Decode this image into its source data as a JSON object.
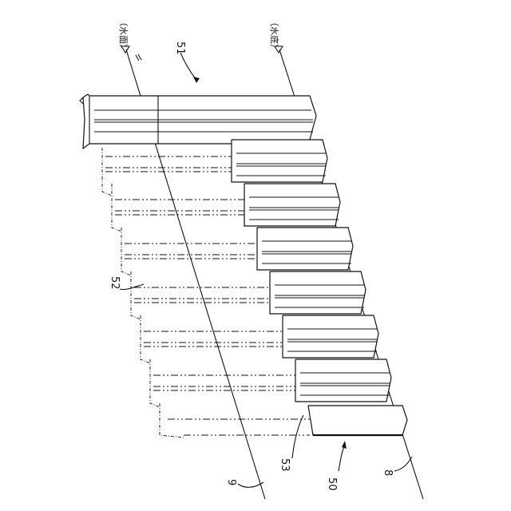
{
  "labels": {
    "water_surface": "（水面）",
    "water_bottom": "（水底）",
    "ref_51": "51",
    "ref_52": "52",
    "ref_53": "53",
    "ref_50": "50",
    "ref_9": "9",
    "ref_8": "8"
  }
}
